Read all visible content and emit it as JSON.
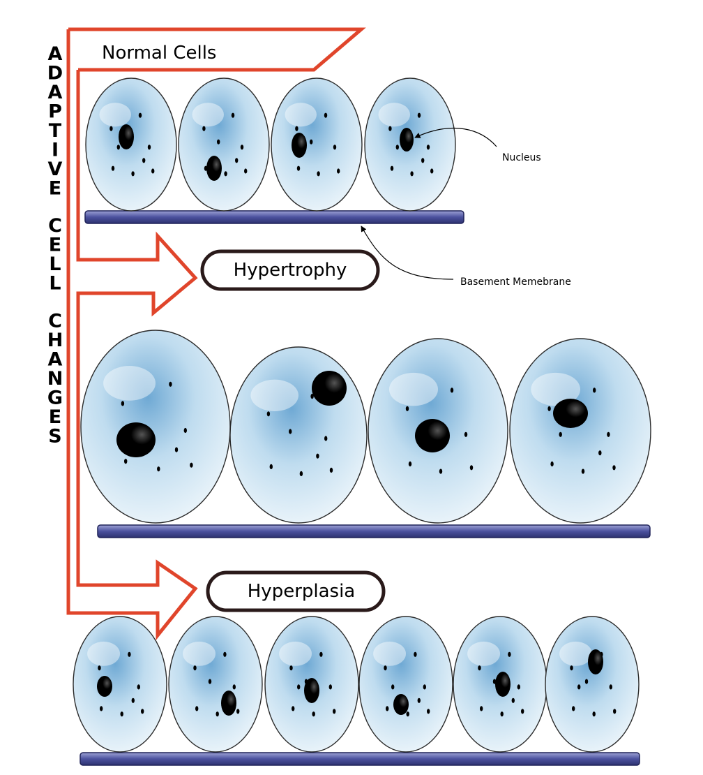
{
  "side_label": [
    "ADAPTIVE",
    "CELL",
    "CHANGES"
  ],
  "sections": {
    "normal": {
      "title": "Normal Cells"
    },
    "hypertrophy": {
      "title": "Hypertrophy"
    },
    "hyperplasia": {
      "title": "Hyperplasia"
    }
  },
  "annotations": {
    "nucleus": "Nucleus",
    "basement_membrane": "Basement Memebrane"
  },
  "colors": {
    "arrow": "#e0452b",
    "membrane": "#4b519e",
    "cell_highlight": "#ffffff",
    "cell_mid": "#bfdcef",
    "cell_dark": "#6fa9d4",
    "cell_outline": "#2b2b2b",
    "nucleus": "#000000"
  }
}
